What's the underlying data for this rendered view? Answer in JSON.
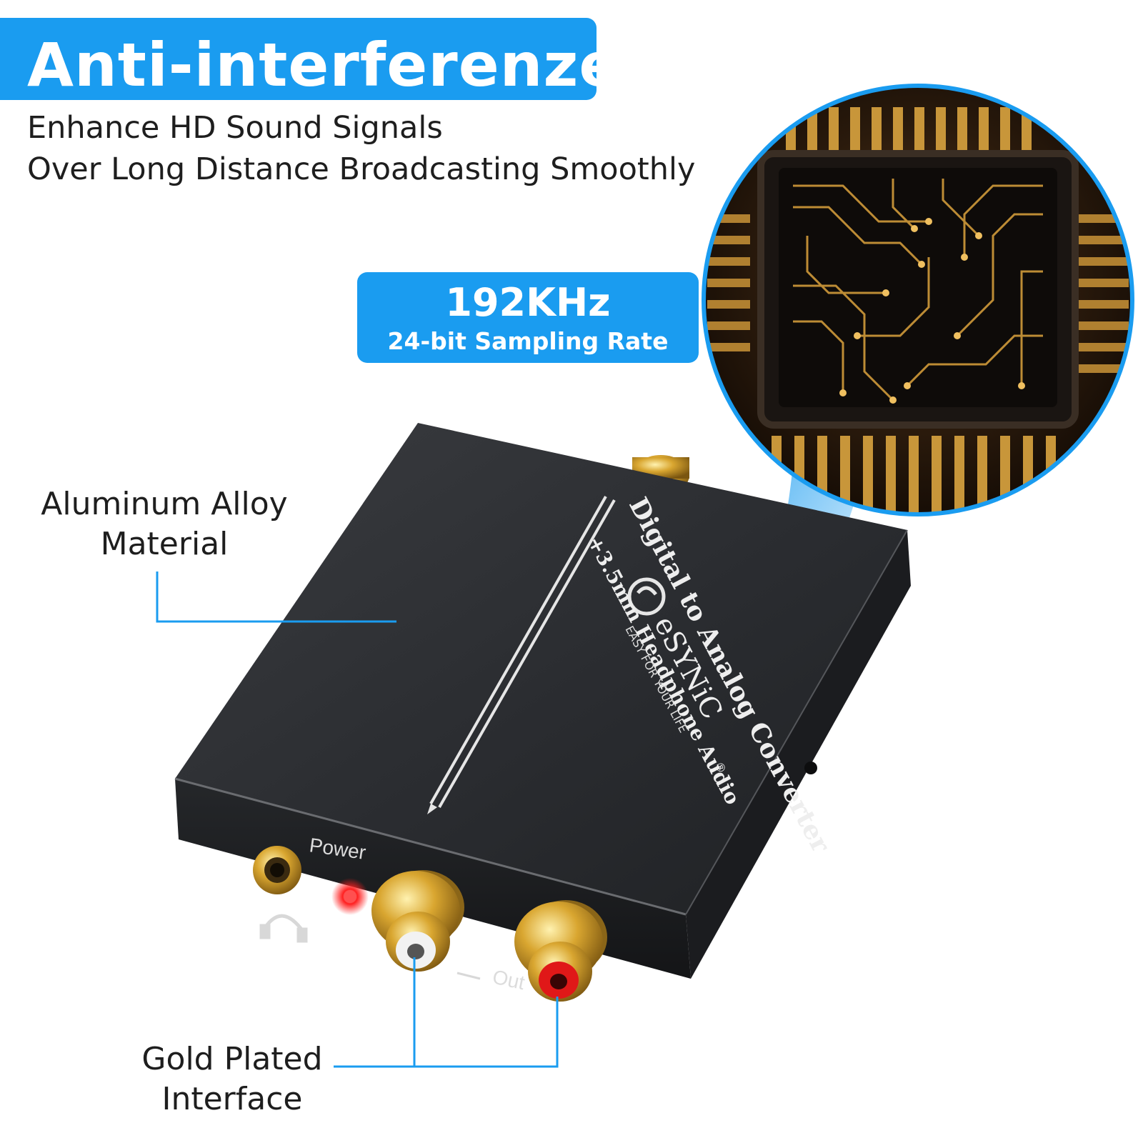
{
  "header": {
    "title": "Anti-interferenze",
    "subtitle_line1": "Enhance HD Sound Signals",
    "subtitle_line2": "Over Long Distance Broadcasting Smoothly"
  },
  "spec_badge": {
    "main": "192KHz",
    "sub": "24-bit Sampling Rate"
  },
  "callouts": {
    "material_line1": "Aluminum Alloy",
    "material_line2": "Material",
    "interface_line1": "Gold Plated",
    "interface_line2": "Interface"
  },
  "device": {
    "brand": "eSYNiC",
    "brand_mark": "®",
    "tagline": "EASY FOR YOUR LIFE",
    "label_line1": "Digital to Analog Converter",
    "label_line2": "+3.5mm Headphone Audio",
    "power_label": "Power",
    "out_label": "Out"
  },
  "colors": {
    "accent": "#1a9cf0",
    "device_body": "#2b2d31",
    "gold": "#d4a52c",
    "led": "#ff2020"
  },
  "icons": [
    "headphone-icon",
    "brand-logo-icon",
    "chip-circuit-image"
  ]
}
